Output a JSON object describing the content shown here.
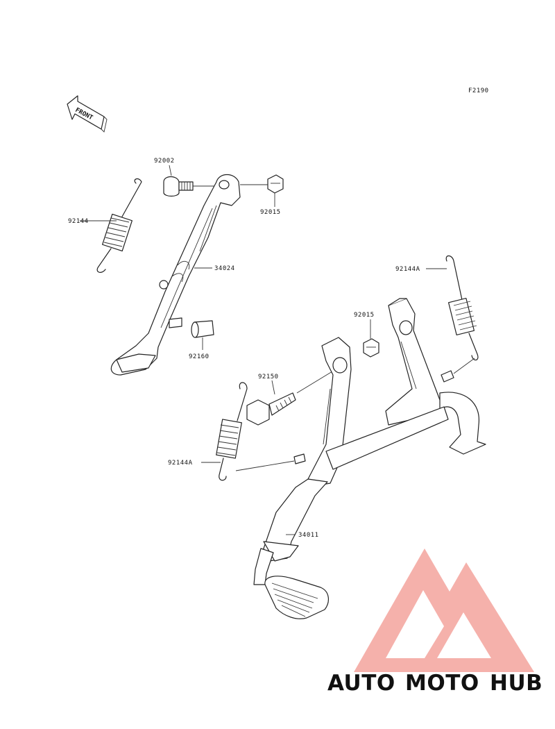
{
  "diagram": {
    "ref_code": "F2190",
    "front_label": "FRONT",
    "parts": {
      "bolt_92002": "92002",
      "spring_92144": "92144",
      "nut_92015_upper": "92015",
      "side_stand_34024": "34024",
      "collar_92160": "92160",
      "spring_92144A_right": "92144A",
      "nut_92015_lower": "92015",
      "bolt_92150": "92150",
      "spring_92144A_left": "92144A",
      "main_stand_34011": "34011"
    }
  },
  "watermark": {
    "auto": "AUTO",
    "moto": "MOTO",
    "hub": "HUB",
    "colors": {
      "triangle": "#f3a39c",
      "auto": "#f4c46a",
      "moto": "#f3a39c",
      "hub": "#8f8f8f"
    }
  }
}
